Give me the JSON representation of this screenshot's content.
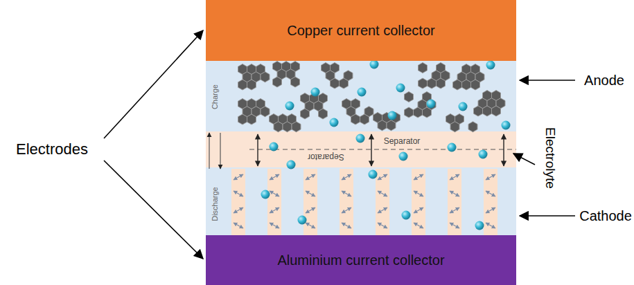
{
  "diagram": {
    "nodes": [
      {
        "text": [
          "Copper current collector"
        ]
      },
      {
        "text": [
          "Aluminium current collector"
        ]
      }
    ],
    "labels": [
      "Electrodes",
      "Anode",
      "Electrolyte",
      "Cathode",
      "Charge",
      "Discharge",
      "Separator",
      "Separator"
    ]
  }
}
